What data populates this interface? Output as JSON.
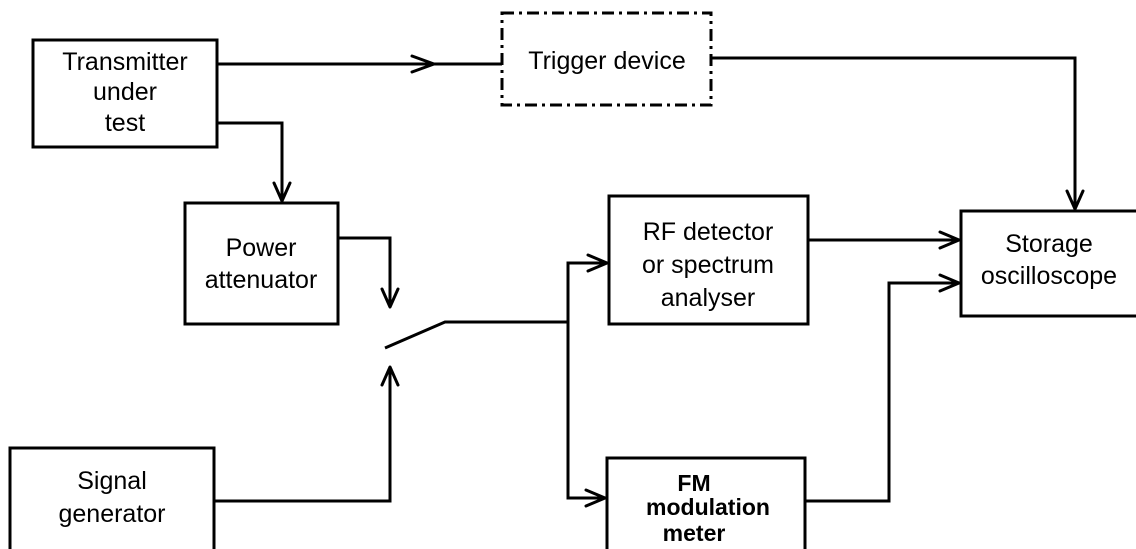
{
  "blocks": {
    "transmitter": [
      "Transmitter",
      "under",
      "test"
    ],
    "trigger": [
      "Trigger device"
    ],
    "power_attenuator": [
      "Power",
      "attenuator"
    ],
    "rf_detector": [
      "RF detector",
      "or spectrum",
      "analyser"
    ],
    "storage_oscilloscope": [
      "Storage",
      "oscilloscope"
    ],
    "signal_generator": [
      "Signal",
      "generator"
    ],
    "fm_meter": [
      "FM",
      "modulation",
      "meter"
    ]
  }
}
